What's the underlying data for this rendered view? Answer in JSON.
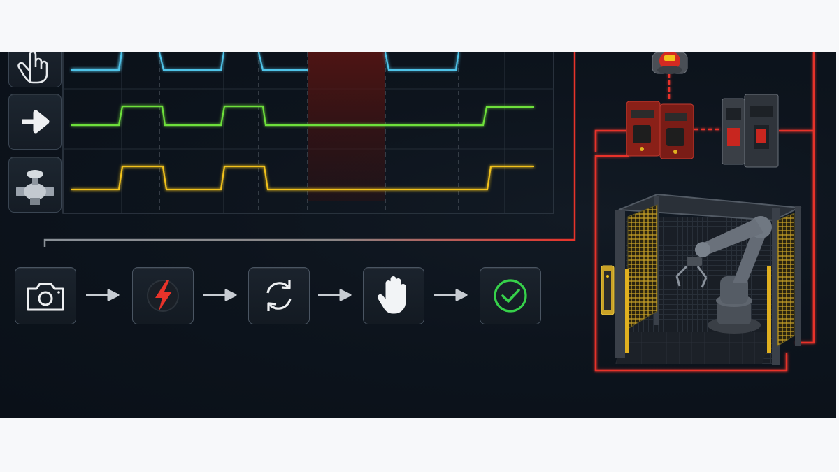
{
  "timing_diagram": {
    "signals": [
      {
        "icon": "hand-icon",
        "color": "#4fc3e8"
      },
      {
        "icon": "arrow-right-icon",
        "color": "#6ee03a"
      },
      {
        "icon": "valve-icon",
        "color": "#f2c21a"
      }
    ],
    "fault_window_color": "#c8261f"
  },
  "process_flow": {
    "steps": [
      {
        "icon": "camera-icon"
      },
      {
        "icon": "lightning-icon",
        "color": "#e8332a"
      },
      {
        "icon": "cycle-icon"
      },
      {
        "icon": "stop-hand-icon"
      },
      {
        "icon": "check-circle-icon",
        "color": "#36d14a"
      }
    ],
    "arrow_icon": "arrow-right-icon"
  },
  "safety_circuit": {
    "line_color": "#e8332a",
    "components": [
      "emergency-stop-button",
      "safety-relay-pair",
      "contactor-pair",
      "robot-cell",
      "light-curtain"
    ]
  }
}
